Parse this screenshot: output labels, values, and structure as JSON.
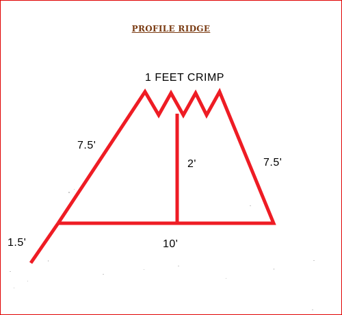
{
  "title": "PROFILE RIDGE",
  "labels": {
    "crimp": "1 FEET CRIMP",
    "left_side": "7.5'",
    "right_side": "7.5'",
    "height": "2'",
    "base": "10'",
    "extension": "1.5'"
  },
  "colors": {
    "line": "#ee1c24",
    "title": "#7a3b12",
    "border": "#e00000"
  }
}
